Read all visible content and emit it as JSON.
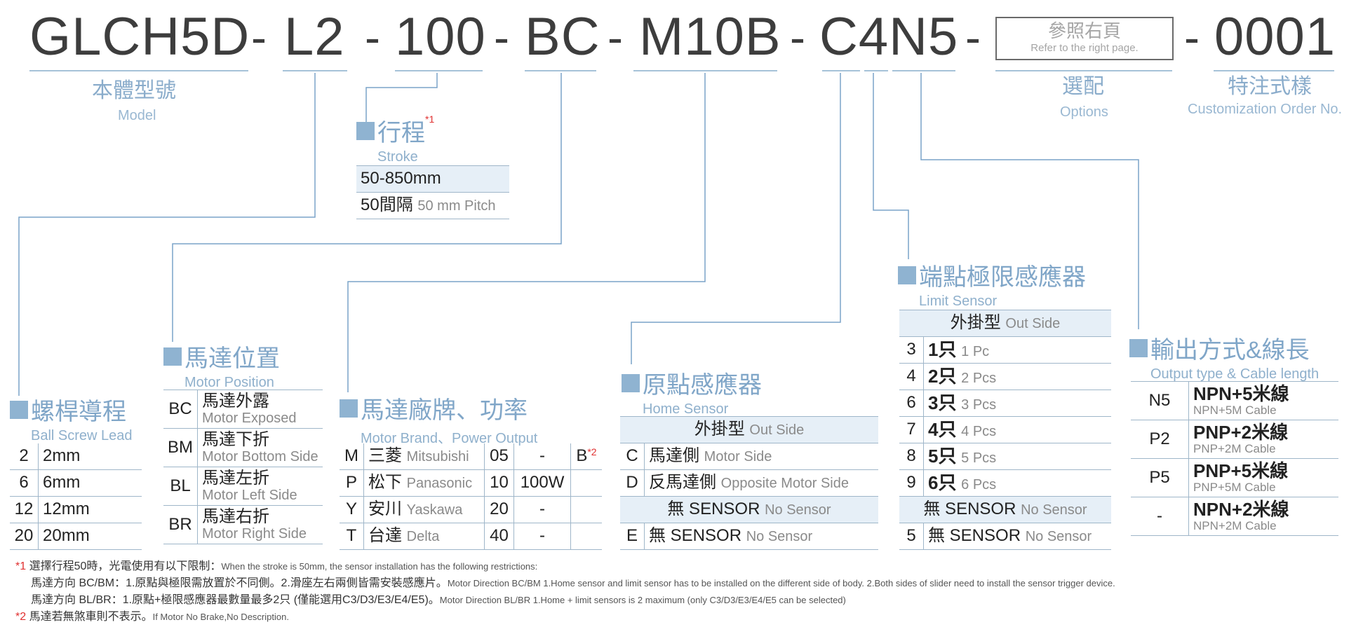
{
  "code": {
    "model": "GLCH5D",
    "lead": "L2",
    "stroke": "100",
    "position": "BC",
    "motor": "M10B",
    "sensor": "C4N5",
    "options_zh": "參照右頁",
    "options_en": "Refer to the right page.",
    "order": "0001",
    "dash": "-"
  },
  "labels": {
    "model_zh": "本體型號",
    "model_en": "Model",
    "options_zh": "選配",
    "options_en": "Options",
    "custom_zh": "特注式樣",
    "custom_en": "Customization Order No."
  },
  "stroke": {
    "title_zh": "行程",
    "title_en": "Stroke",
    "mark": "*1",
    "rows": [
      {
        "a": "50-850mm",
        "b": ""
      },
      {
        "a": "50間隔",
        "b": "50 mm Pitch"
      }
    ]
  },
  "lead": {
    "title_zh": "螺桿導程",
    "title_en": "Ball Screw Lead",
    "rows": [
      [
        "2",
        "2mm"
      ],
      [
        "6",
        "6mm"
      ],
      [
        "12",
        "12mm"
      ],
      [
        "20",
        "20mm"
      ]
    ]
  },
  "position": {
    "title_zh": "馬達位置",
    "title_en": "Motor Position",
    "rows": [
      {
        "code": "BC",
        "zh": "馬達外露",
        "en": "Motor Exposed"
      },
      {
        "code": "BM",
        "zh": "馬達下折",
        "en": "Motor Bottom Side"
      },
      {
        "code": "BL",
        "zh": "馬達左折",
        "en": "Motor Left Side"
      },
      {
        "code": "BR",
        "zh": "馬達右折",
        "en": "Motor Right Side"
      }
    ]
  },
  "motor": {
    "title_zh": "馬達廠牌、功率",
    "title_en": "Motor Brand、Power Output",
    "brake": "B",
    "brake_mark": "*2",
    "rows": [
      {
        "c": "M",
        "zh": "三菱",
        "en": "Mitsubishi",
        "p": "05",
        "w": "-"
      },
      {
        "c": "P",
        "zh": "松下",
        "en": "Panasonic",
        "p": "10",
        "w": "100W"
      },
      {
        "c": "Y",
        "zh": "安川",
        "en": "Yaskawa",
        "p": "20",
        "w": "-"
      },
      {
        "c": "T",
        "zh": "台達",
        "en": "Delta",
        "p": "40",
        "w": "-"
      }
    ]
  },
  "home": {
    "title_zh": "原點感應器",
    "title_en": "Home Sensor",
    "hdr_zh": "外掛型",
    "hdr_en": "Out Side",
    "rows": [
      {
        "c": "C",
        "zh": "馬達側",
        "en": "Motor Side"
      },
      {
        "c": "D",
        "zh": "反馬達側",
        "en": "Opposite Motor Side"
      }
    ],
    "none_zh": "無 SENSOR",
    "none_en": "No Sensor",
    "none_row": {
      "c": "E",
      "zh": "無 SENSOR",
      "en": "No Sensor"
    }
  },
  "limit": {
    "title_zh": "端點極限感應器",
    "title_en": "Limit Sensor",
    "hdr_zh": "外掛型",
    "hdr_en": "Out Side",
    "rows": [
      {
        "c": "3",
        "zh": "1只",
        "en": "1 Pc"
      },
      {
        "c": "4",
        "zh": "2只",
        "en": "2 Pcs"
      },
      {
        "c": "6",
        "zh": "3只",
        "en": "3 Pcs"
      },
      {
        "c": "7",
        "zh": "4只",
        "en": "4 Pcs"
      },
      {
        "c": "8",
        "zh": "5只",
        "en": "5 Pcs"
      },
      {
        "c": "9",
        "zh": "6只",
        "en": "6 Pcs"
      }
    ],
    "none_zh": "無 SENSOR",
    "none_en": "No Sensor",
    "none_row": {
      "c": "5",
      "zh": "無 SENSOR",
      "en": "No Sensor"
    }
  },
  "output": {
    "title_zh": "輸出方式&線長",
    "title_en": "Output type & Cable length",
    "rows": [
      {
        "c": "N5",
        "zh": "NPN+5米線",
        "en": "NPN+5M Cable"
      },
      {
        "c": "P2",
        "zh": "PNP+2米線",
        "en": "PNP+2M Cable"
      },
      {
        "c": "P5",
        "zh": "PNP+5米線",
        "en": "PNP+5M Cable"
      },
      {
        "c": "-",
        "zh": "NPN+2米線",
        "en": "NPN+2M Cable"
      }
    ]
  },
  "notes": {
    "n1_mark": "*1",
    "n1_zh": "選擇行程50時，光電使用有以下限制：",
    "n1_en": "When the stroke is 50mm, the sensor installation has  the following restrictions:",
    "n2_zh": "馬達方向 BC/BM：1.原點與極限需放置於不同側。2.滑座左右兩側皆需安裝感應片。",
    "n2_en": "Motor Direction BC/BM 1.Home sensor and limit sensor has to be installed on the different side of body.  2.Both sides of slider need to install the sensor trigger device.",
    "n3_zh": "馬達方向 BL/BR：1.原點+極限感應器最數量最多2只 (僅能選用C3/D3/E3/E4/E5)。",
    "n3_en": "Motor Direction BL/BR 1.Home + limit sensors is 2 maximum (only C3/D3/E3/E4/E5 can be selected)",
    "n4_mark": "*2",
    "n4_zh": "馬達若無煞車則不表示。",
    "n4_en": "If Motor No Brake,No Description."
  },
  "colors": {
    "line": "#6f9cc4",
    "accent": "#8fb3d1",
    "header_bg": "#e6eff7",
    "red": "#e03030"
  }
}
